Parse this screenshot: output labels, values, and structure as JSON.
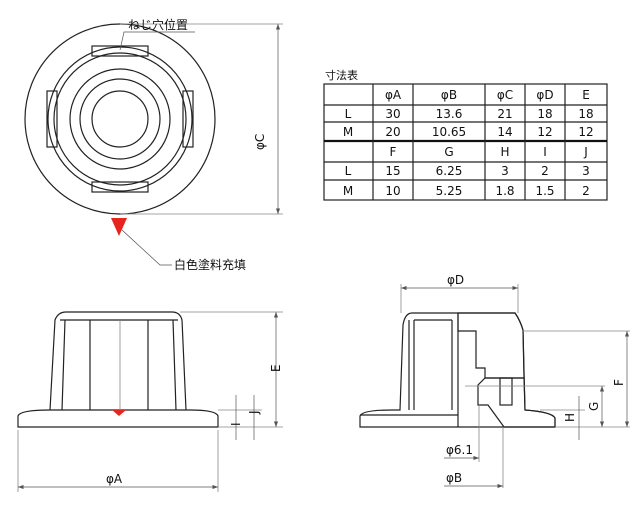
{
  "labels": {
    "screw_hole_position": "ねじ穴位置",
    "white_paint_fill": "白色塗料充填",
    "phi_c": "φC",
    "phi_a": "φA",
    "e": "E",
    "i": "I",
    "j": "J",
    "phi_d": "φD",
    "phi_6_1": "φ6.1",
    "phi_b": "φB",
    "f": "F",
    "g": "G",
    "h": "H"
  },
  "table": {
    "title": "寸法表",
    "header1": [
      "",
      "φA",
      "φB",
      "φC",
      "φD",
      "E"
    ],
    "rows1": [
      [
        "L",
        "30",
        "13.6",
        "21",
        "18",
        "18"
      ],
      [
        "M",
        "20",
        "10.65",
        "14",
        "12",
        "12"
      ]
    ],
    "header2": [
      "",
      "F",
      "G",
      "H",
      "I",
      "J"
    ],
    "rows2": [
      [
        "L",
        "15",
        "6.25",
        "3",
        "2",
        "3"
      ],
      [
        "M",
        "10",
        "5.25",
        "1.8",
        "1.5",
        "2"
      ]
    ]
  },
  "colors": {
    "marker": "#e8251c"
  }
}
